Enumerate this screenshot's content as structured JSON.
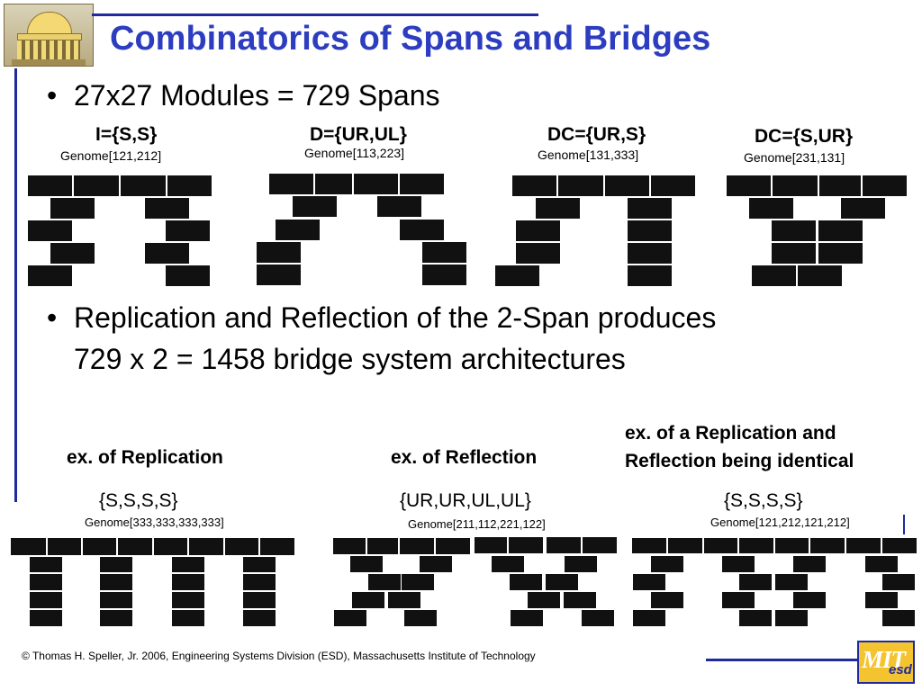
{
  "header": {
    "title": "Combinatorics of Spans and Bridges",
    "logo": "mit-dome-logo"
  },
  "bullets": [
    "27x27 Modules = 729 Spans",
    "Replication and Reflection of the 2-Span produces",
    "729 x 2 = 1458 bridge system architectures"
  ],
  "spans": [
    {
      "label": "I={S,S}",
      "genome": "Genome[121,212]"
    },
    {
      "label": "D={UR,UL}",
      "genome": "Genome[113,223]"
    },
    {
      "label": "DC={UR,S}",
      "genome": "Genome[131,333]"
    },
    {
      "label": "DC={S,UR}",
      "genome": "Genome[231,131]"
    }
  ],
  "examples": [
    {
      "caption": "ex. of Replication",
      "set": "{S,S,S,S}",
      "genome": "Genome[333,333,333,333]"
    },
    {
      "caption": "ex. of Reflection",
      "set": "{UR,UR,UL,UL}",
      "genome": "Genome[211,112,221,122]"
    },
    {
      "caption_line1": "ex. of a Replication and",
      "caption_line2": "Reflection being identical",
      "set": "{S,S,S,S}",
      "genome": "Genome[121,212,121,212]"
    }
  ],
  "footer": "© Thomas H. Speller, Jr. 2006, Engineering Systems Division (ESD), Massachusetts Institute of Technology",
  "mit_logo": {
    "main": "MIT",
    "sub": "esd"
  },
  "colors": {
    "title": "#2d3dc0",
    "rule": "#1f2a9e",
    "brick": "#111111",
    "logo_bg": "#f4c430"
  }
}
